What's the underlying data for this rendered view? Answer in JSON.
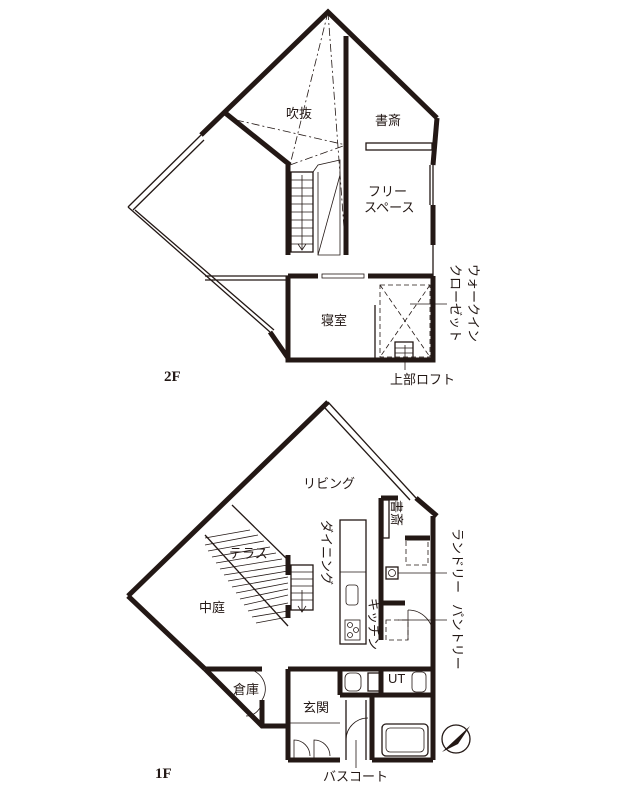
{
  "floor2": {
    "level": "2F",
    "rooms": {
      "fukinuke": "吹抜",
      "shosai": "書斎",
      "free_space_1": "フリー",
      "free_space_2": "スペース",
      "shinshitsu": "寝室",
      "walkin_1": "ウォークイン",
      "walkin_2": "クローゼット",
      "loft": "上部ロフト"
    }
  },
  "floor1": {
    "level": "1F",
    "rooms": {
      "living": "リビング",
      "shosai": "書斎",
      "dining": "ダイニング",
      "terrace": "テラス",
      "nakaniwa": "中庭",
      "kitchen": "キッチン",
      "laundry": "ランドリー",
      "pantry": "パントリー",
      "souko": "倉庫",
      "genkan": "玄関",
      "ut": "UT",
      "bath_court": "バスコート"
    }
  }
}
